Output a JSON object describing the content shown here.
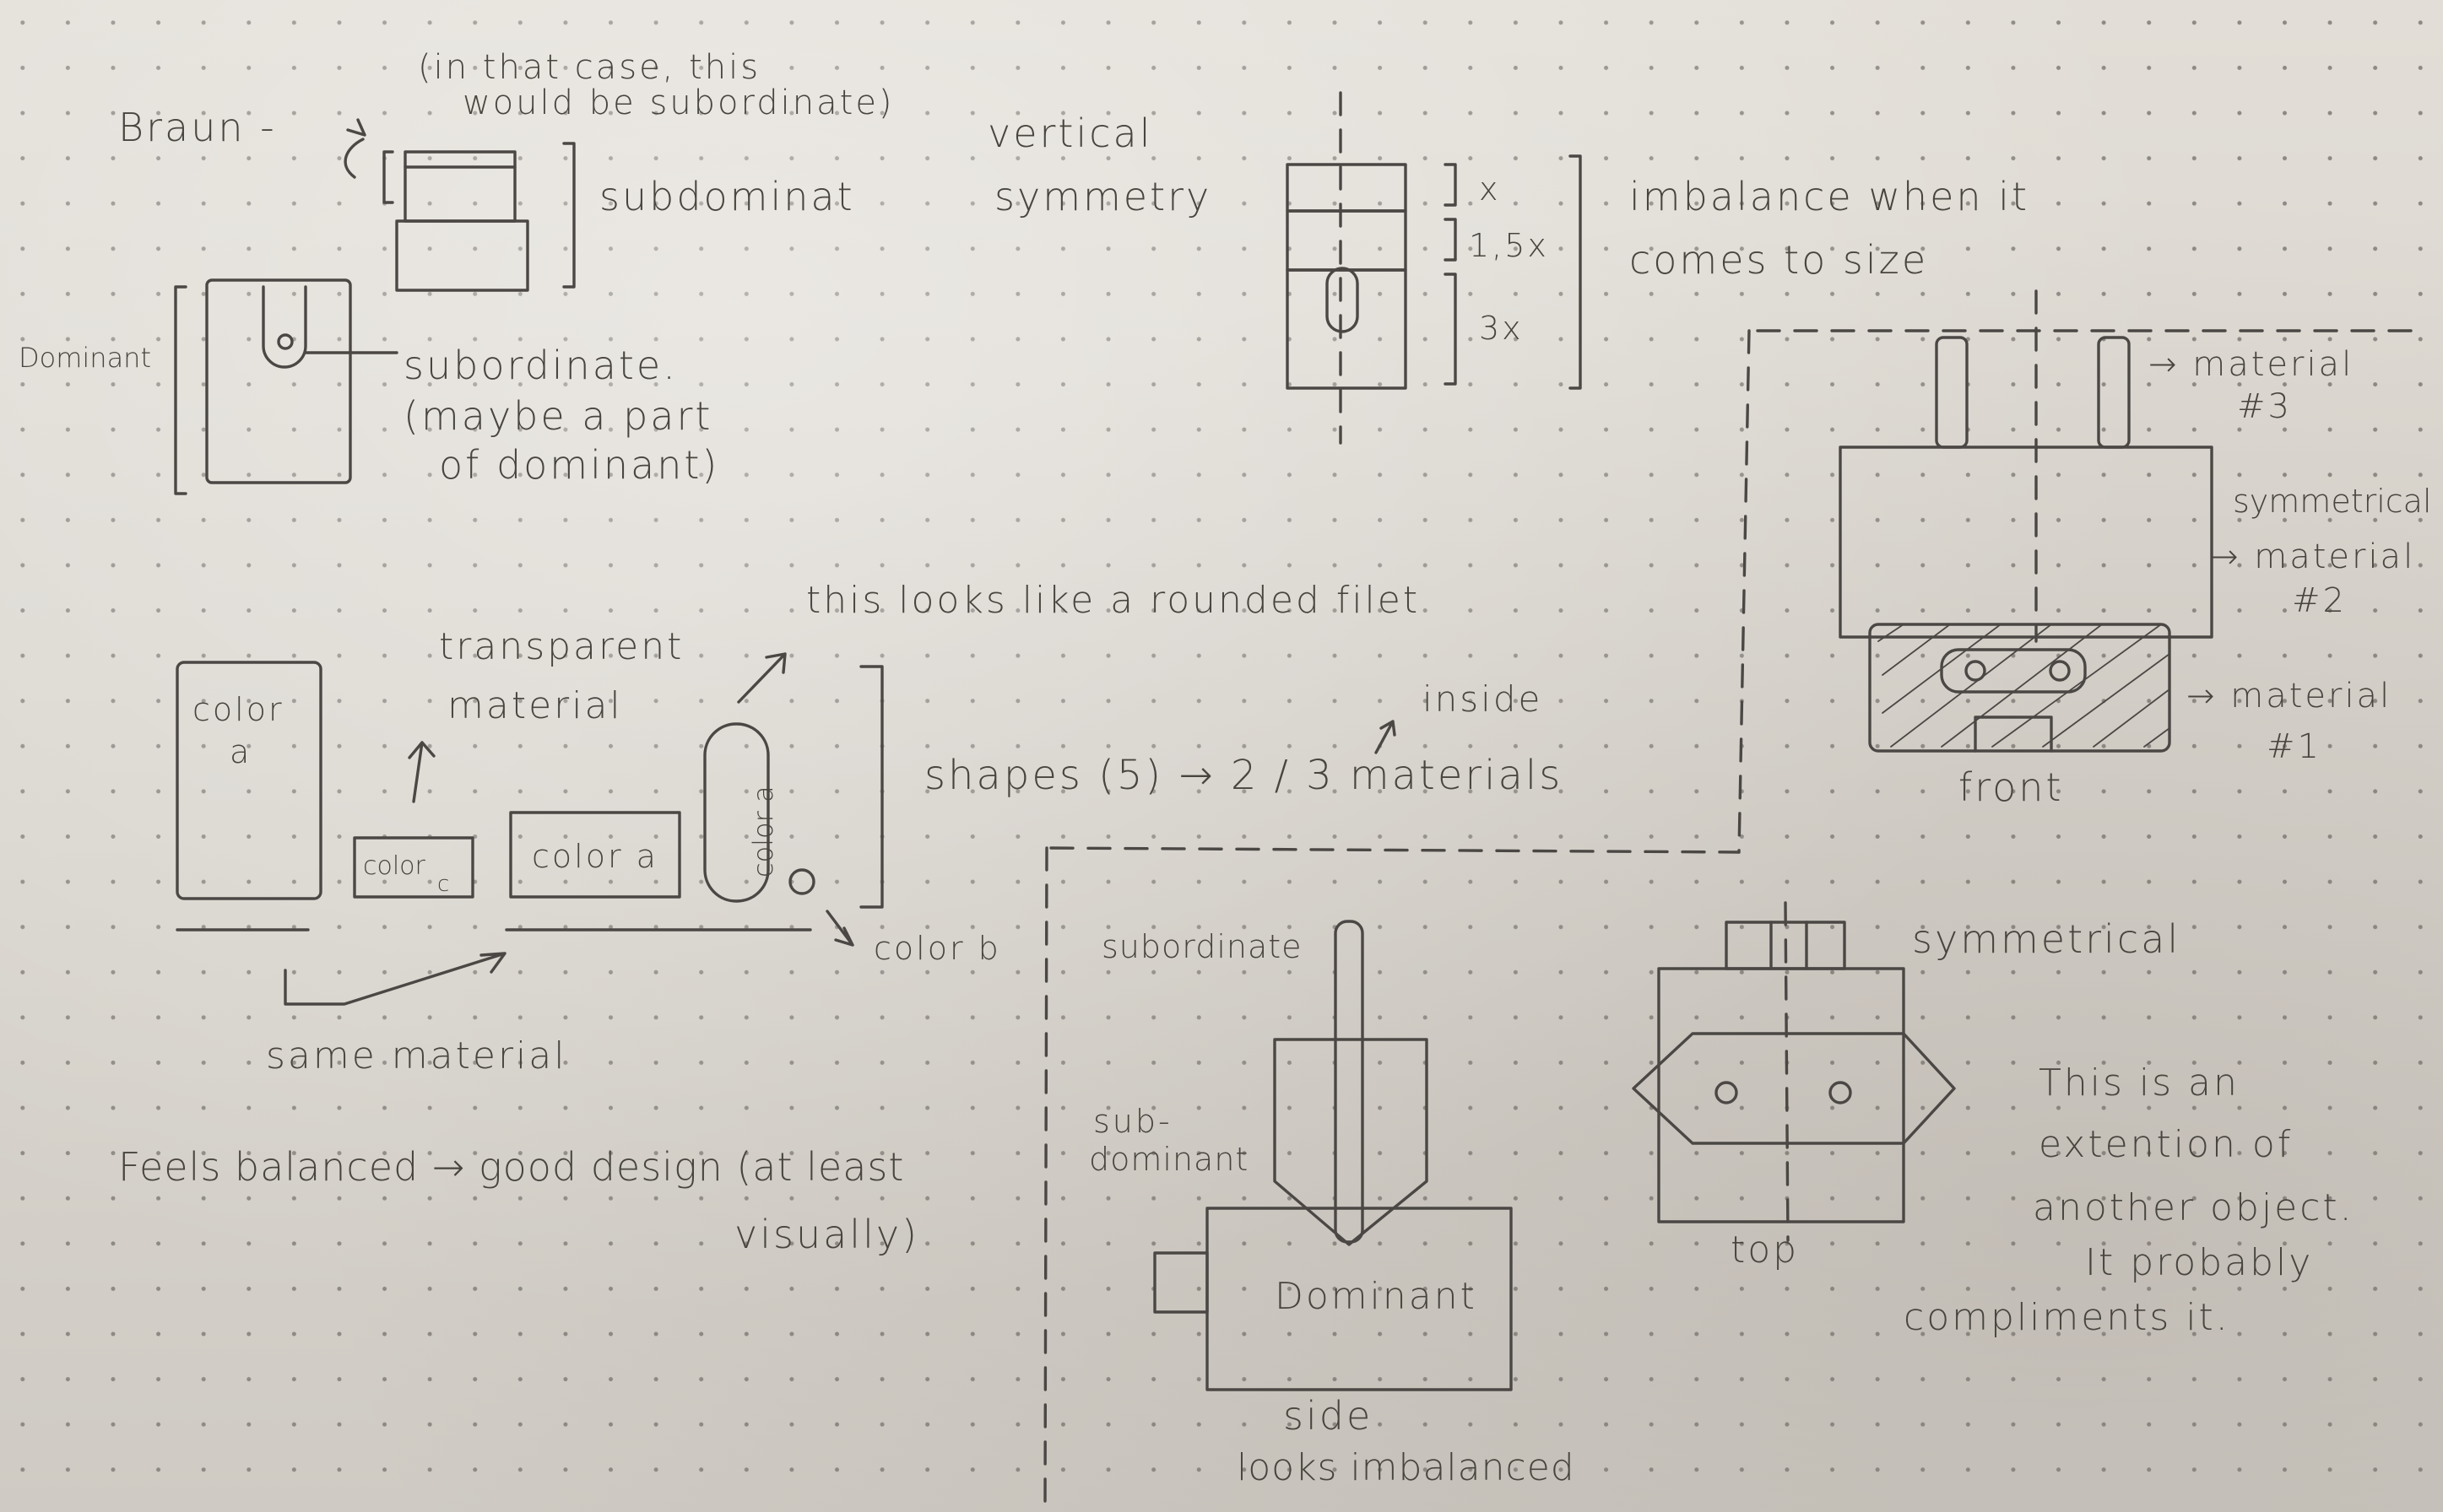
{
  "notes": {
    "braun": "Braun -",
    "case_note_1": "(in that case, this",
    "case_note_2": "would be subordinate)",
    "subdominat": "subdominat",
    "dominant": "Dominant",
    "subordinate": "subordinate.",
    "maybe_part_1": "(maybe a part",
    "maybe_part_2": "of dominant)",
    "vertical": "vertical",
    "symmetry": "symmetry",
    "ratio_x": "x",
    "ratio_15x": "1,5x",
    "ratio_3x": "3x",
    "imbalance_1": "imbalance when it",
    "imbalance_2": "comes to size",
    "material3": "→ material",
    "material3_num": "#3",
    "symmetrical_top": "symmetrical",
    "material2": "→ material",
    "material2_num": "#2",
    "material1": "→ material",
    "material1_num": "#1",
    "front": "front",
    "rounded_filet": "this looks like a rounded filet",
    "transparent_1": "transparent",
    "transparent_2": "material",
    "color_a_1": "color",
    "color_a_2": "a",
    "color_c": "color",
    "color_c_sub": "c",
    "color_a_box": "color a",
    "color_a_vert": "color a",
    "color_b": "color b",
    "shapes": "shapes (5) → 2 / 3 materials",
    "inside": "inside",
    "same_material": "same material",
    "balanced_1": "Feels balanced → good design (at least",
    "balanced_2": "visually)",
    "side_subordinate": "subordinate",
    "side_subdominant_1": "sub-",
    "side_subdominant_2": "dominant",
    "side_dominant": "Dominant",
    "side": "side",
    "looks_imbalanced": "looks imbalanced",
    "symmetrical_bottom": "symmetrical",
    "top": "top",
    "extension_1": "This is an",
    "extension_2": "extention of",
    "extension_3": "another object.",
    "extension_4": "It probably",
    "extension_5": "compliments it."
  }
}
